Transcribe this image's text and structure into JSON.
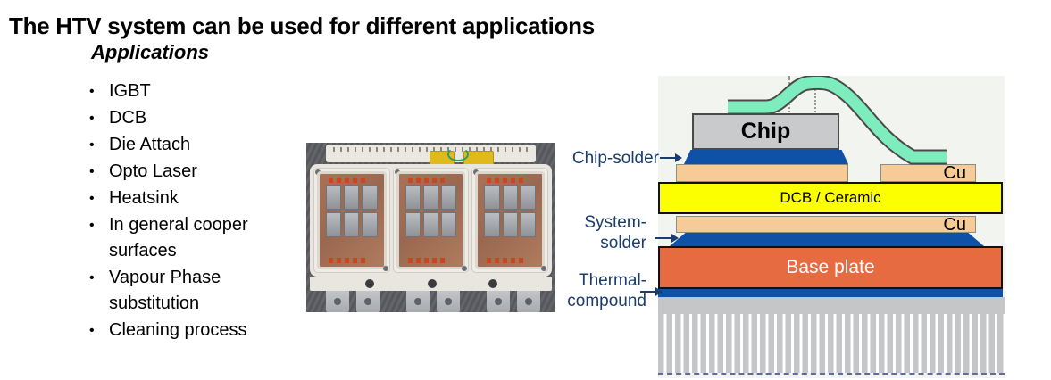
{
  "slide": {
    "title": "The HTV system can be used for different applications",
    "subtitle": "Applications",
    "bullet_glyph": "•",
    "bullets": [
      "IGBT",
      "DCB",
      "Die Attach",
      "Opto Laser",
      "Heatsink",
      "In general cooper surfaces",
      "Vapour Phase substitution",
      "Cleaning process"
    ]
  },
  "photo": {
    "alt": "IGBT power module with three sections",
    "bays": 3
  },
  "diagram": {
    "labels": {
      "chip_solder": "Chip-solder",
      "system_solder_line1": "System-",
      "system_solder_line2": "solder",
      "thermal_line1": "Thermal-",
      "thermal_line2": "compound"
    },
    "layers": {
      "chip": "Chip",
      "cu_top": "Cu",
      "dcb": "DCB / Ceramic",
      "cu_bottom": "Cu",
      "base_plate": "Base plate"
    },
    "colors": {
      "wire_green": "#7EEDBD",
      "solder_blue": "#0E51A7",
      "copper_tan": "#F7CB97",
      "ceramic_yellow": "#FCFF00",
      "base_orange": "#E76B41",
      "chip_gray": "#C9CACB",
      "heatsink_gray": "#C5C6C7",
      "label_navy": "#1B3C6D",
      "diagram_bg": "#F2F5EF"
    }
  }
}
